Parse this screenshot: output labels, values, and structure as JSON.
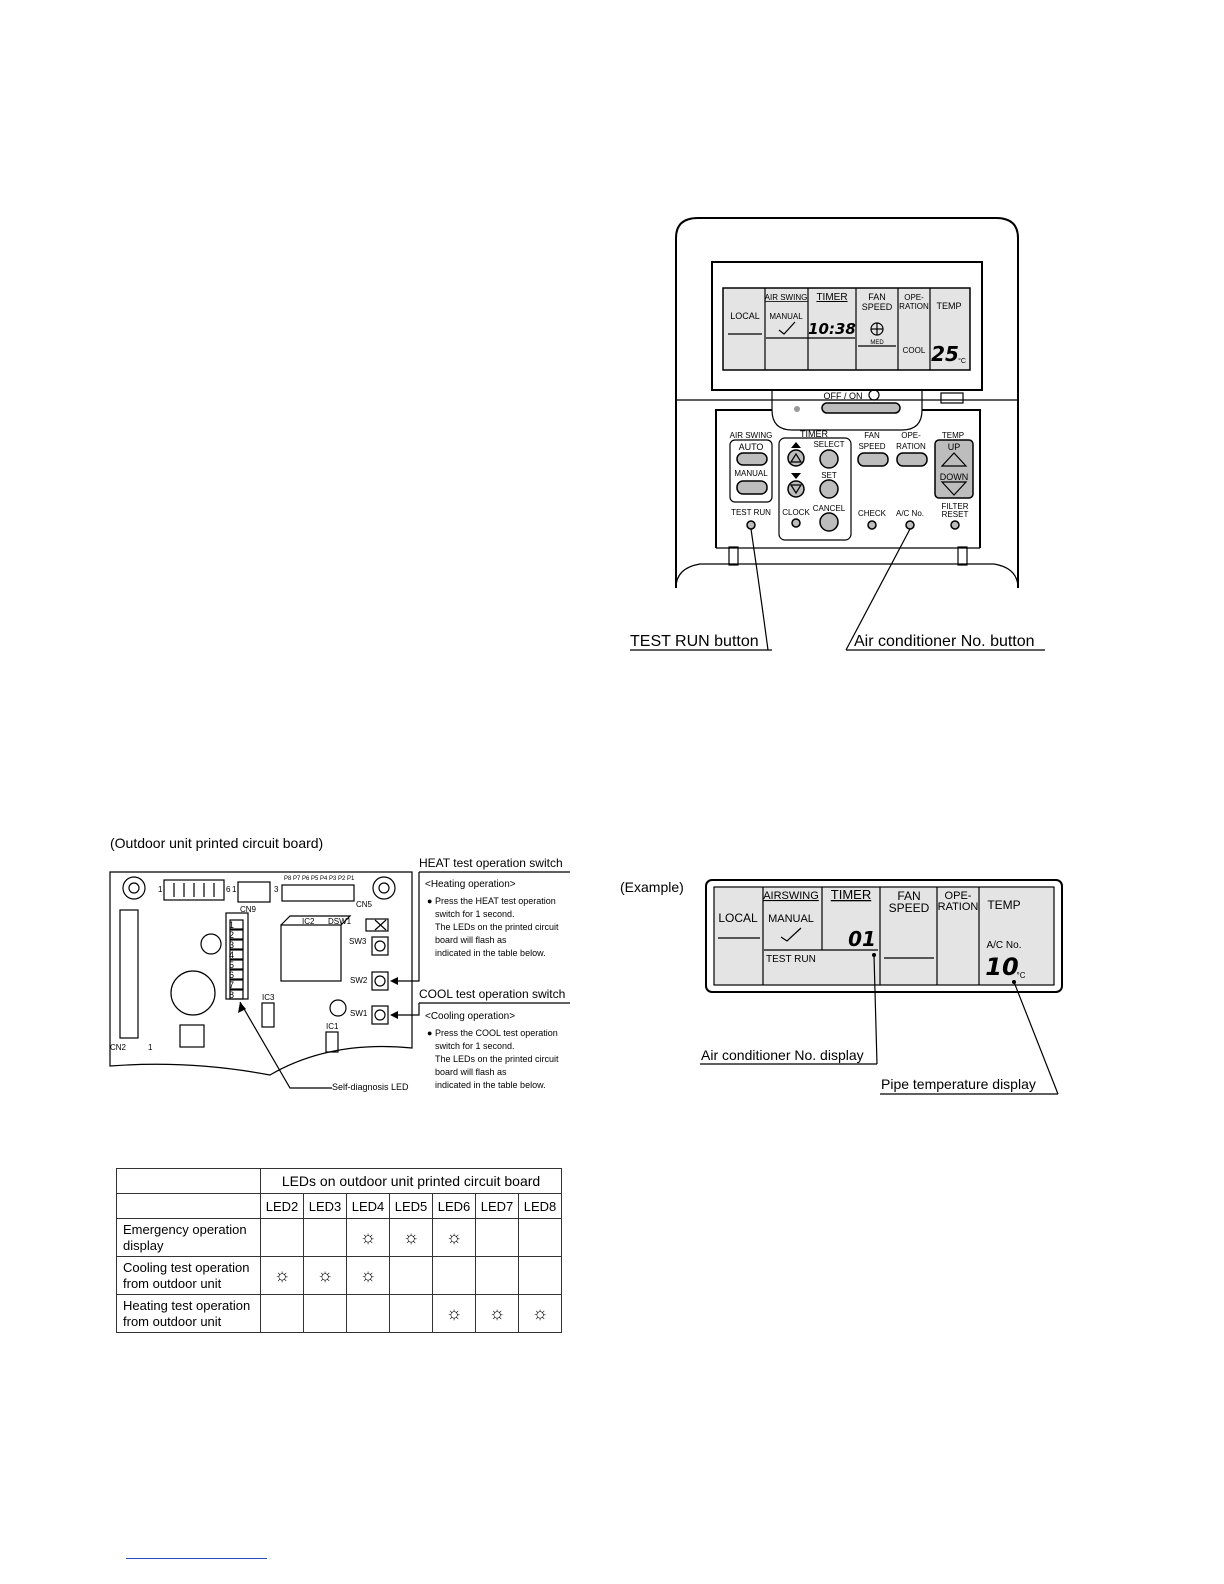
{
  "remote": {
    "lcd": {
      "local": "LOCAL",
      "air_swing": "AIR SWING",
      "manual": "MANUAL",
      "timer": "TIMER",
      "time": "10:38",
      "fan_speed_1": "FAN",
      "fan_speed_2": "SPEED",
      "fan_med": "MED",
      "operation_1": "OPE-",
      "operation_2": "RATION",
      "cool": "COOL",
      "temp": "TEMP",
      "temp_value": "25",
      "temp_unit": "°C"
    },
    "off_on": "OFF / ON",
    "buttons": {
      "air_swing": "AIR SWING",
      "auto": "AUTO",
      "manual": "MANUAL",
      "test_run": "TEST RUN",
      "timer": "TIMER",
      "select": "SELECT",
      "set": "SET",
      "clock": "CLOCK",
      "cancel": "CANCEL",
      "fan_1": "FAN",
      "fan_2": "SPEED",
      "ope_1": "OPE-",
      "ope_2": "RATION",
      "check": "CHECK",
      "ac_no": "A/C No.",
      "temp": "TEMP",
      "up": "UP",
      "down": "DOWN",
      "filter_1": "FILTER",
      "filter_2": "RESET"
    },
    "callouts": {
      "test_run_button": "TEST RUN button",
      "ac_no_button": "Air conditioner No. button"
    }
  },
  "pcb": {
    "title": "(Outdoor unit printed circuit board)",
    "heat_switch_title": "HEAT test operation switch",
    "heat_mode": "<Heating operation>",
    "heat_text": [
      "Press the HEAT test operation",
      "switch for 1 second.",
      "The LEDs on the printed circuit",
      "board will flash as",
      "indicated in the table below."
    ],
    "cool_switch_title": "COOL test operation switch",
    "cool_mode": "<Cooling operation>",
    "cool_text": [
      "Press the COOL test operation",
      "switch for 1 second.",
      "The LEDs on the printed circuit",
      "board will flash as",
      "indicated in the table below."
    ],
    "labels": {
      "cn9": "CN9",
      "cn5": "CN5",
      "cn2": "CN2",
      "one_a": "1",
      "six": "6",
      "one_b": "1",
      "three": "3",
      "one_c": "1",
      "ic2": "IC2",
      "ic3": "IC3",
      "ic1": "IC1",
      "dsw1": "DSW1",
      "sw3": "SW3",
      "sw2": "SW2",
      "sw1": "SW1",
      "self_diag": "Self-diagnosis LED",
      "p_pins": [
        "P8",
        "P7",
        "P6",
        "P5",
        "P4",
        "P3",
        "P2",
        "P1"
      ],
      "led_nums": [
        "1",
        "2",
        "3",
        "4",
        "5",
        "6",
        "7",
        "8"
      ]
    }
  },
  "example": {
    "caption": "(Example)",
    "local": "LOCAL",
    "airswing": "AIRSWING",
    "manual": "MANUAL",
    "test_run": "TEST RUN",
    "timer": "TIMER",
    "ac_number": "01",
    "fan_1": "FAN",
    "fan_2": "SPEED",
    "ope_1": "OPE-",
    "ope_2": "RATION",
    "temp": "TEMP",
    "ac_no": "A/C No.",
    "pipe_temp": "10",
    "unit": "°C",
    "callout_ac_display": "Air conditioner No. display",
    "callout_pipe_temp": "Pipe temperature display"
  },
  "led_table": {
    "header": "LEDs on outdoor unit printed circuit board",
    "columns": [
      "LED2",
      "LED3",
      "LED4",
      "LED5",
      "LED6",
      "LED7",
      "LED8"
    ],
    "symbol": "☼",
    "rows": [
      {
        "label_1": "Emergency operation",
        "label_2": "display",
        "on": [
          false,
          false,
          true,
          true,
          true,
          false,
          false
        ]
      },
      {
        "label_1": "Cooling test operation",
        "label_2": "from outdoor unit",
        "on": [
          true,
          true,
          true,
          false,
          false,
          false,
          false
        ]
      },
      {
        "label_1": "Heating test operation",
        "label_2": "from outdoor unit",
        "on": [
          false,
          false,
          false,
          false,
          true,
          true,
          true
        ]
      }
    ]
  }
}
